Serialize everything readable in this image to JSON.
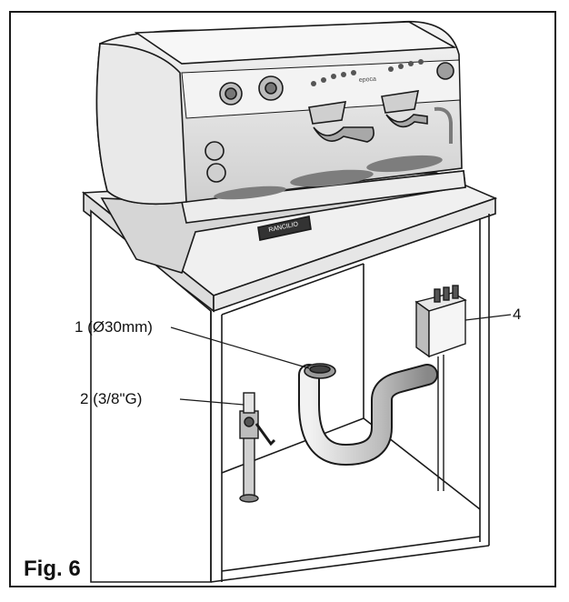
{
  "callouts": {
    "drain": "1 (Ø30mm)",
    "water_inlet": "2 (3/8\"G)",
    "electrical": "4"
  },
  "figure_label": "Fig. 6",
  "brand_plate": "RANCILIO",
  "machine_badge": "epoca",
  "colors": {
    "line": "#1a1a1a",
    "shade": "#d9d9d9",
    "dark_shade": "#8a8a8a"
  }
}
